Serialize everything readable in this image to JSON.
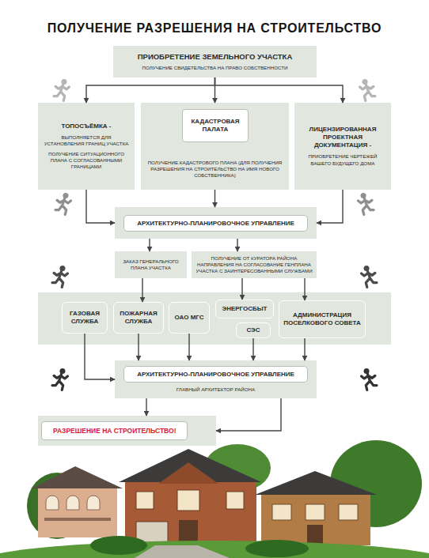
{
  "diagram": {
    "title": "ПОЛУЧЕНИЕ РАЗРЕШЕНИЯ НА СТРОИТЕЛЬСТВО",
    "nodes": [
      {
        "text": [
          "ПРИОБРЕТЕНИЕ ЗЕМЕЛЬНОГО УЧАСТКА",
          "ПОЛУЧЕНИЕ СВИДЕТЕЛЬСТВА НА ПРАВО СОБСТВЕННОСТИ"
        ]
      },
      {
        "text": [
          "ТОПОСЪЁМКА -",
          "ВЫПОЛНЯЕТСЯ ДЛЯ УСТАНОВЛЕНИЯ ГРАНИЦ УЧАСТКА",
          "ПОЛУЧЕНИЕ СИТУАЦИОННОГО ПЛАНА С СОГЛАСОВАННЫМИ ГРАНИЦАМИ"
        ]
      },
      {
        "text": [
          "ПОЛУЧЕНИЕ КАДАСТРОВОГО ПЛАНА (ДЛЯ ПОЛУЧЕНИЯ РАЗРЕШЕНИЯ НА СТРОИТЕЛЬСТВО НА ИМЯ НОВОГО СОБСТВЕННИКА)"
        ]
      },
      {
        "text": [
          "КАДАСТРОВАЯ ПАЛАТА"
        ],
        "in": 2
      },
      {
        "text": [
          "ЛИЦЕНЗИРОВАННАЯ ПРОЕКТНАЯ ДОКУМЕНТАЦИЯ -",
          "ПРИОБРЕТЕНИЕ ЧЕРТЕЖЕЙ ВАШЕГО БУДУЩЕГО ДОМА"
        ]
      },
      {
        "text": [
          "АРХИТЕКТУРНО-ПЛАНИРОВОЧНОЕ УПРАВЛЕНИЕ"
        ]
      },
      {
        "text": [
          "ЗАКАЗ ГЕНЕРАЛЬНОГО ПЛАНА УЧАСТКА"
        ]
      },
      {
        "text": [
          "ПОЛУЧЕНИЕ ОТ КУРАТОРА РАЙОНА НАПРАВЛЕНИЯ НА СОГЛАСОВАНИЕ ГЕНПЛАНА УЧАСТКА С ЗАИНТЕРЕСОВАННЫМИ СЛУЖБАМИ"
        ]
      },
      {
        "text": [
          "ГАЗОВАЯ СЛУЖБА"
        ]
      },
      {
        "text": [
          "ПОЖАРНАЯ СЛУЖБА"
        ]
      },
      {
        "text": [
          "ОАО МГС"
        ]
      },
      {
        "text": [
          "ЭНЕРГОСБЫТ"
        ]
      },
      {
        "text": [
          "СЭС"
        ]
      },
      {
        "text": [
          "АДМИНИСТРАЦИЯ ПОСЕЛКОВОГО СОВЕТА"
        ]
      },
      {
        "text": [
          "АРХИТЕКТУРНО-ПЛАНИРОВОЧНОЕ УПРАВЛЕНИЕ",
          "ГЛАВНЫЙ АРХИТЕКТОР РАЙОНА"
        ]
      },
      {
        "text": [
          "РАЗРЕШЕНИЕ НА СТРОИТЕЛЬСТВО!"
        ]
      }
    ],
    "edges": [
      {
        "from": 0,
        "to": 1,
        "arrow": "to"
      },
      {
        "from": 0,
        "to": 2,
        "arrow": "to"
      },
      {
        "from": 0,
        "to": 4,
        "arrow": "to"
      },
      {
        "from": 1,
        "to": 5,
        "arrow": "to"
      },
      {
        "from": 2,
        "to": 5,
        "arrow": "to"
      },
      {
        "from": 4,
        "to": 5,
        "arrow": "to"
      },
      {
        "from": 5,
        "to": 6,
        "arrow": "to"
      },
      {
        "from": 5,
        "to": 7,
        "arrow": "to"
      },
      {
        "from": 6,
        "to": 9,
        "arrow": "to"
      },
      {
        "from": 7,
        "to": 11,
        "arrow": "to"
      },
      {
        "from": 7,
        "to": 13,
        "arrow": "to"
      },
      {
        "from": 8,
        "to": 14,
        "arrow": "to"
      },
      {
        "from": 9,
        "to": 14,
        "arrow": "to"
      },
      {
        "from": 10,
        "to": 14,
        "arrow": "to"
      },
      {
        "from": 12,
        "to": 14,
        "arrow": "to"
      },
      {
        "from": 13,
        "to": 14,
        "arrow": "to"
      },
      {
        "from": 14,
        "to": 15,
        "arrow": "to"
      },
      {
        "from": 14,
        "to": 15,
        "arrow": "to"
      }
    ]
  }
}
